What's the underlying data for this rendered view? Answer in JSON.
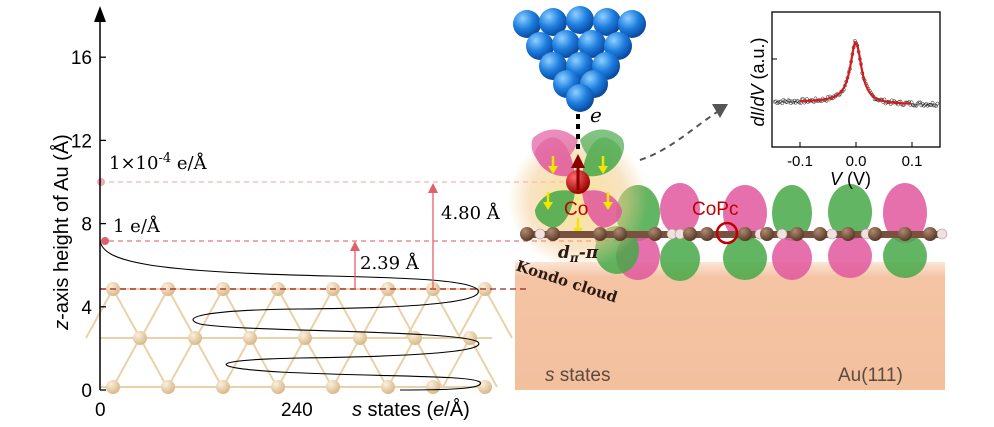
{
  "left_panel": {
    "y_axis_label_prefix": "z",
    "y_axis_label_rest": "-axis height of Au  (Å)",
    "y_ticks": [
      "0",
      "4",
      "8",
      "12",
      "16"
    ],
    "x_ticks": [
      "0",
      "240"
    ],
    "x_axis_label_prefix": "s",
    "x_axis_label_rest": " states (",
    "x_axis_label_unit_e": "e",
    "x_axis_label_end": "/Å)",
    "density_high": "1×10",
    "density_high_exp": "-4",
    "density_high_unit": " e/Å",
    "density_low": "1 e/Å",
    "height_small": "2.39 Å",
    "height_large": "4.80 Å"
  },
  "right_panel": {
    "electron_label": "e",
    "co_label": "Co",
    "copc_label": "CoPc",
    "orbital_label": "dπ-π",
    "kondo_label": "Kondo cloud",
    "s_states_prefix": "s",
    "s_states_rest": " states",
    "substrate_label": "Au(111)"
  },
  "inset": {
    "ylabel_a": "dI",
    "ylabel_b": "/",
    "ylabel_c": "dV",
    "ylabel_d": " (a.u.)",
    "xlabel_a": "V",
    "xlabel_b": " (V)",
    "x_ticks": [
      "-0.1",
      "0.0",
      "0.1"
    ],
    "x_tick_values": [
      -0.1,
      0.0,
      0.1
    ],
    "xlim": [
      -0.15,
      0.15
    ]
  },
  "colors": {
    "substrate": "#f4c4a4",
    "lobe_pink": "#e0579c",
    "lobe_green": "#46a848",
    "tip_blue": "#1e7fe0",
    "fit_red": "#d91a1a",
    "arrow_red": "#e0606a",
    "atom_gold": "#ead2a8"
  }
}
